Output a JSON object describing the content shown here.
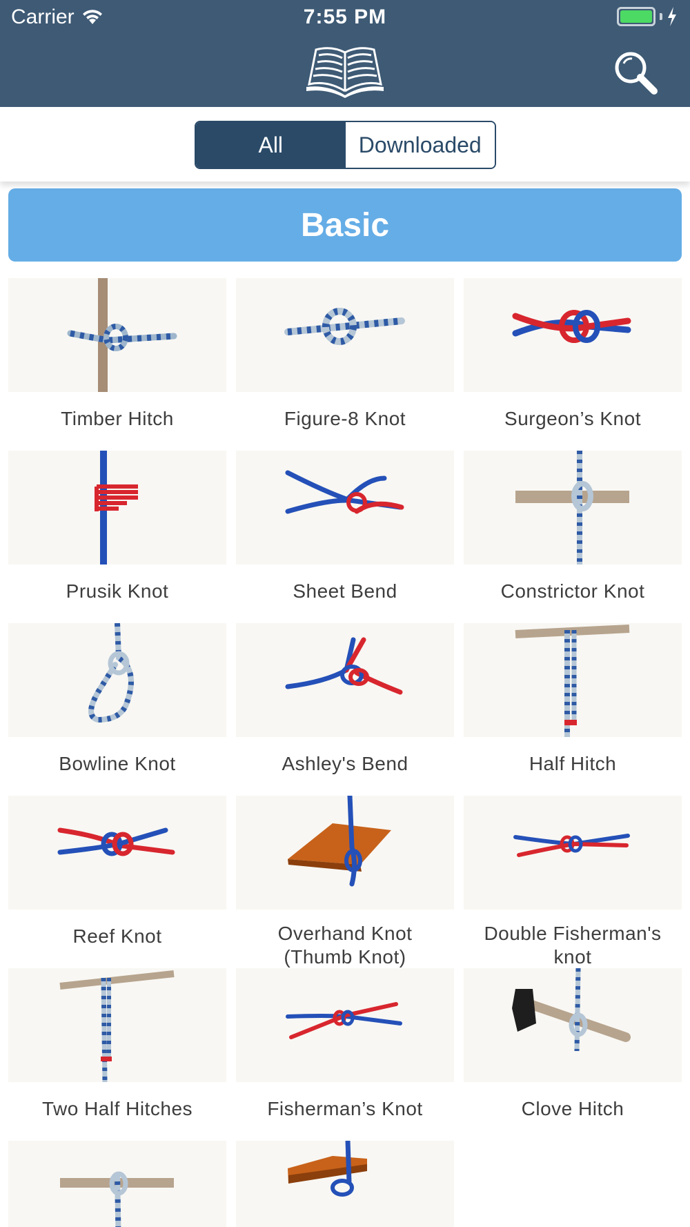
{
  "status_bar": {
    "carrier": "Carrier",
    "time": "7:55 PM"
  },
  "nav": {
    "logo_icon": "open-book-icon",
    "search_icon": "search-icon"
  },
  "segment": {
    "all_label": "All",
    "downloaded_label": "Downloaded",
    "selected": "All"
  },
  "section": {
    "title": "Basic",
    "color": "#65ade6"
  },
  "colors": {
    "navbar": "#3e5a75",
    "segment_active": "#2a4a68",
    "rope_blue": "#2450b8",
    "rope_red": "#d8262e",
    "wood": "#b7a48e"
  },
  "knots": [
    {
      "name": "Timber Hitch",
      "icon": "timber-hitch-icon"
    },
    {
      "name": "Figure-8 Knot",
      "icon": "figure-8-knot-icon"
    },
    {
      "name": "Surgeon’s Knot",
      "icon": "surgeons-knot-icon"
    },
    {
      "name": "Prusik Knot",
      "icon": "prusik-knot-icon"
    },
    {
      "name": "Sheet Bend",
      "icon": "sheet-bend-icon"
    },
    {
      "name": "Constrictor Knot",
      "icon": "constrictor-knot-icon"
    },
    {
      "name": "Bowline Knot",
      "icon": "bowline-knot-icon"
    },
    {
      "name": "Ashley's Bend",
      "icon": "ashleys-bend-icon"
    },
    {
      "name": "Half Hitch",
      "icon": "half-hitch-icon"
    },
    {
      "name": "Reef Knot",
      "icon": "reef-knot-icon"
    },
    {
      "name": "Overhand Knot (Thumb Knot)",
      "icon": "overhand-knot-icon"
    },
    {
      "name": "Double Fisherman's knot",
      "icon": "double-fishermans-knot-icon"
    },
    {
      "name": "Two Half Hitches",
      "icon": "two-half-hitches-icon"
    },
    {
      "name": "Fisherman’s Knot",
      "icon": "fishermans-knot-icon"
    },
    {
      "name": "Clove Hitch",
      "icon": "clove-hitch-icon"
    },
    {
      "name": "",
      "icon": "knot-on-bar-icon"
    },
    {
      "name": "",
      "icon": "knot-on-board-icon"
    }
  ]
}
